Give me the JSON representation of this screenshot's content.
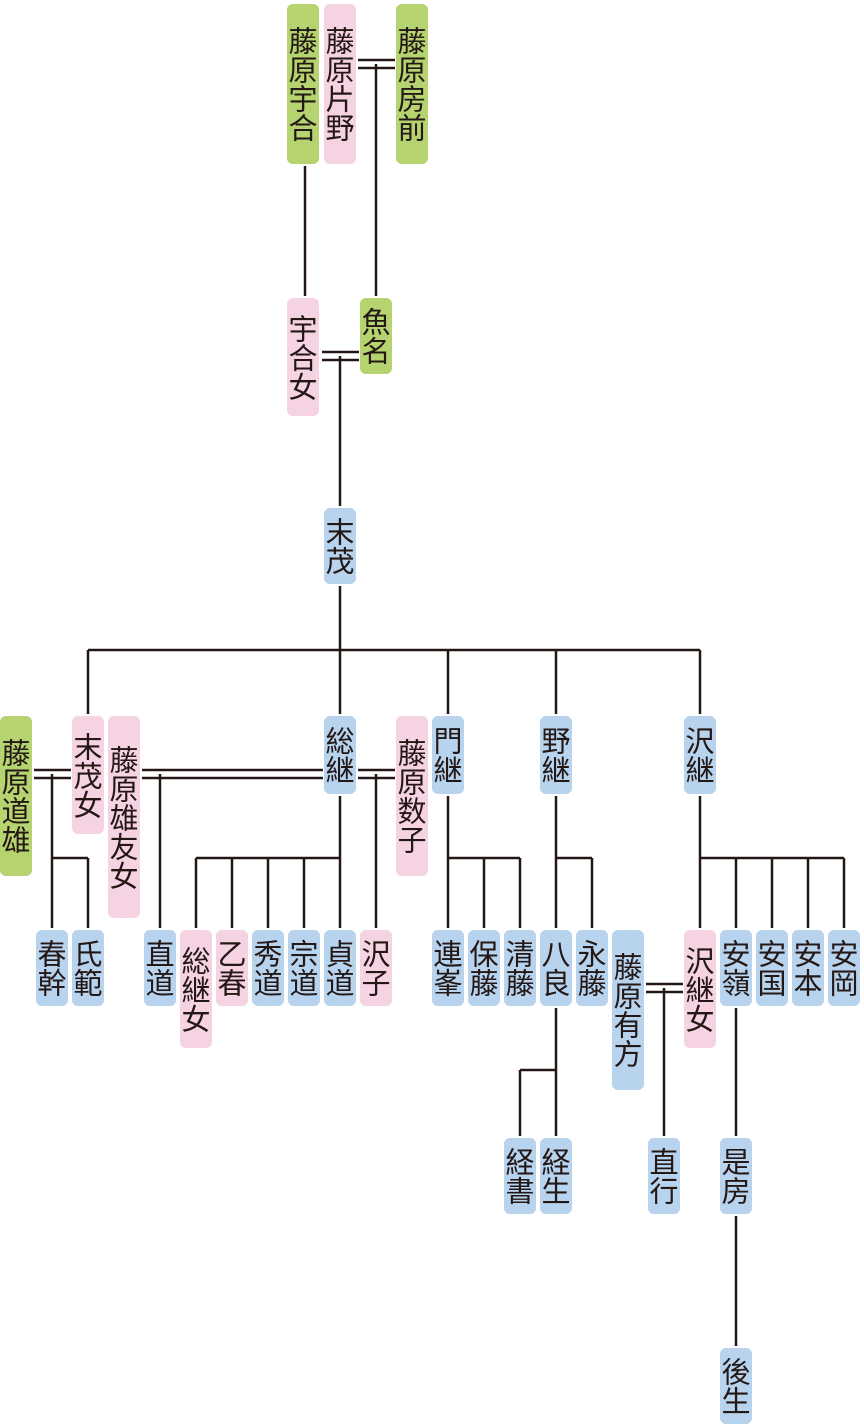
{
  "colors": {
    "male_line": "#b7d3ee",
    "female": "#f5d3e3",
    "other_clan": "#b5d36e",
    "line": "#231815"
  },
  "people": {
    "ugo": "藤原宇合",
    "katano": "藤原片野",
    "fusasaki": "藤原房前",
    "ugo_daughter": "宇合女",
    "uona": "魚名",
    "sueshige": "末茂",
    "michio": "藤原道雄",
    "sueshige_daughter": "末茂女",
    "otomo_daughter": "藤原雄友女",
    "fusatsugu": "総継",
    "kazuko": "藤原数子",
    "kadotsugu": "門継",
    "notsugu": "野継",
    "sawatsugu": "沢継",
    "harumoto": "春幹",
    "ujinori": "氏範",
    "naomichi": "直道",
    "fusatsugu_daughter": "総継女",
    "otoharu": "乙春",
    "hidemichi": "秀道",
    "munemichi": "宗道",
    "sadamichi": "貞道",
    "sawako": "沢子",
    "tsuramine": "連峯",
    "yasufuji": "保藤",
    "kiyofuji": "清藤",
    "hachiro": "八良",
    "nagafuji": "永藤",
    "arikata": "藤原有方",
    "sawatsugu_daughter": "沢継女",
    "yasumine": "安嶺",
    "yasukuni": "安国",
    "yasumoto": "安本",
    "yasuoka": "安岡",
    "tsunegaki": "経書",
    "tsuneo": "経生",
    "naoyuki": "直行",
    "korefusa": "是房",
    "nochio": "後生"
  }
}
